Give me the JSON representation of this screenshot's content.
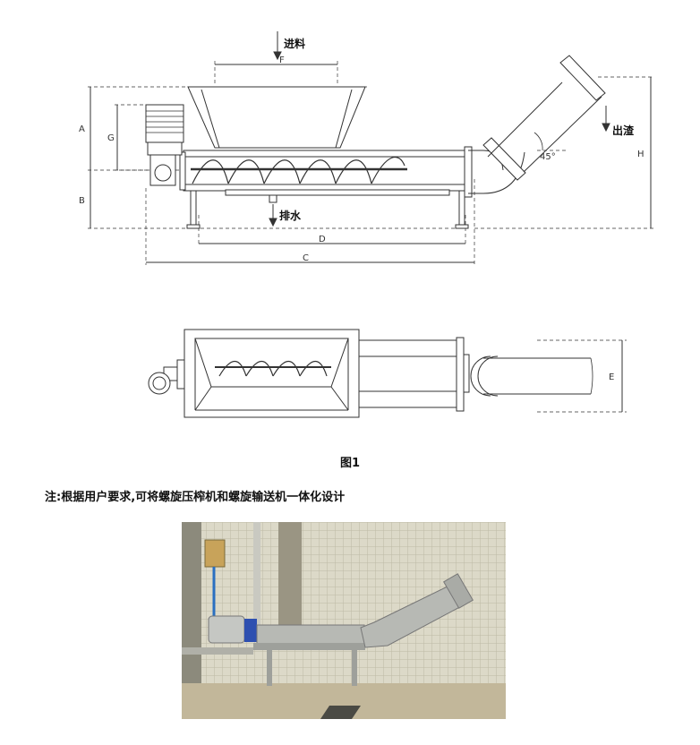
{
  "side_view": {
    "feed_label": "进料",
    "discharge_label": "出渣",
    "drain_label": "排水",
    "angle_label": "45°",
    "dims": {
      "A": "A",
      "B": "B",
      "C": "C",
      "D": "D",
      "F": "F",
      "G": "G",
      "H": "H"
    }
  },
  "top_view": {
    "dims": {
      "E": "E"
    }
  },
  "caption": "图1",
  "note": "注:根据用户要求,可将螺旋压榨机和螺旋输送机一体化设计",
  "colors": {
    "line": "#333333",
    "wall": "#d9d6c6",
    "steel": "#b7b9b4",
    "motor": "#2d4fb0"
  }
}
